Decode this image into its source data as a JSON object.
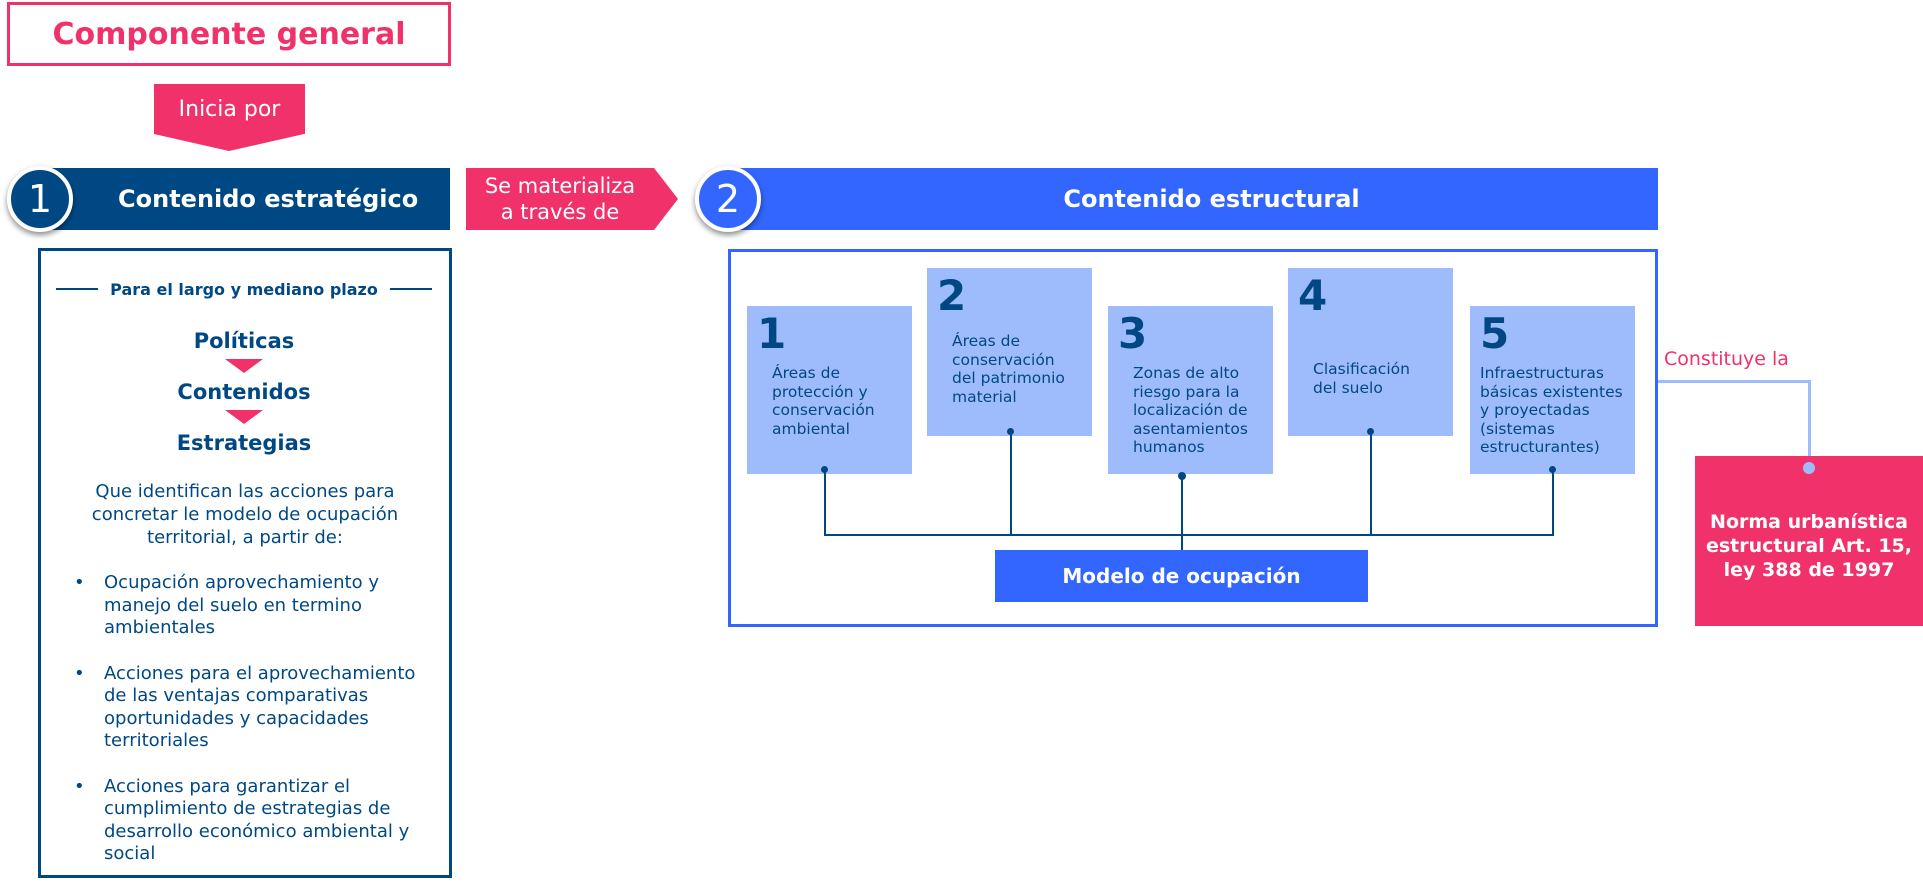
{
  "title": "Componente general",
  "start_label": "Inicia por",
  "strategic": {
    "number": "1",
    "title": "Contenido estratégico",
    "subtitle": "Para el largo y mediano plazo",
    "flow": [
      "Políticas",
      "Contenidos",
      "Estrategias"
    ],
    "description": "Que identifican las acciones para concretar le modelo de ocupación territorial, a partir de:",
    "bullets": [
      "Ocupación aprovechamiento y manejo del suelo en termino ambientales",
      "Acciones para el aprovechamiento de las ventajas comparativas oportunidades y capacidades territoriales",
      "Acciones para garantizar el cumplimiento  de estrategias de desarrollo económico ambiental y social"
    ]
  },
  "connector": {
    "line1": "Se materializa",
    "line2": "a través de"
  },
  "structural": {
    "number": "2",
    "title": "Contenido estructural",
    "cards": [
      {
        "number": "1",
        "label": "Áreas de protección y conservación ambiental"
      },
      {
        "number": "2",
        "label": "Áreas de conservación del patrimonio material"
      },
      {
        "number": "3",
        "label": "Zonas de alto riesgo para la localización de asentamientos humanos"
      },
      {
        "number": "4",
        "label": "Clasificación del suelo"
      },
      {
        "number": "5",
        "label": "Infraestructuras básicas existentes y proyectadas (sistemas estructurantes)"
      }
    ],
    "model_label": "Modelo de ocupación"
  },
  "constitutes_label": "Constituye la",
  "norm_label": "Norma urbanística estructural Art. 15, ley 388 de 1997",
  "colors": {
    "pink": "#f0316a",
    "navy": "#004884",
    "blue": "#3366ff",
    "light_blue": "#9ebcfc"
  }
}
